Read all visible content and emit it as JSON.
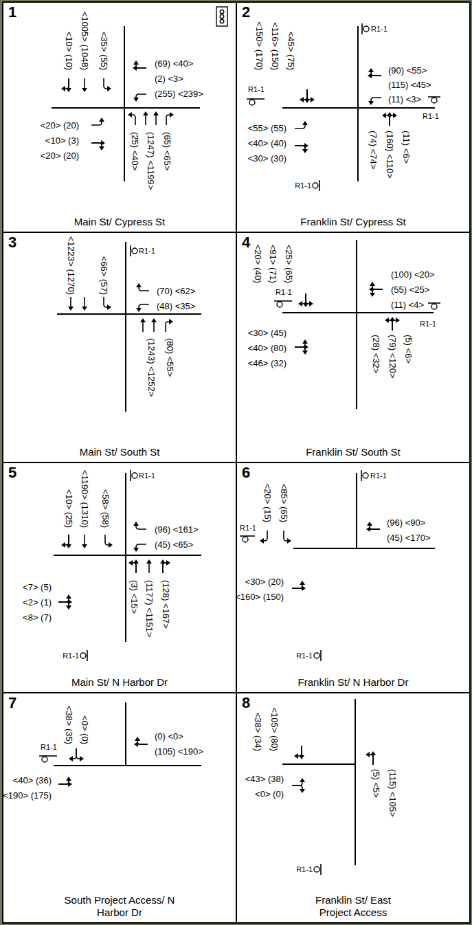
{
  "diagram": {
    "nodes": [
      {
        "text": [
          "1",
          "Main St/ Cypress St"
        ]
      },
      {
        "text": [
          "2",
          "Franklin St/ Cypress St"
        ]
      },
      {
        "text": [
          "3",
          "Main St/ South St"
        ]
      },
      {
        "text": [
          "4",
          "Franklin St/ South St"
        ]
      },
      {
        "text": [
          "5",
          "Main St/ N Harbor Dr"
        ]
      },
      {
        "text": [
          "6",
          "Franklin St/ N Harbor Dr"
        ]
      },
      {
        "text": [
          "7",
          "South Project Access/ N Harbor Dr"
        ]
      },
      {
        "text": [
          "8",
          "Franklin St/ East Project Access"
        ]
      }
    ],
    "labels": [
      "<10> (10)",
      "<1005> (1048)",
      "<35> (55)",
      "(69) <40>",
      "(2) <3>",
      "(255) <239>",
      "<20> (20)",
      "<10> (3)",
      "<20> (20)",
      "(25) <40>",
      "(1247) <1199>",
      "(65) <65>",
      "R1-1",
      "<150> (170)",
      "<116> (150)",
      "<45> (75)",
      "(90) <55>",
      "(115) <45>",
      "(11) <3>",
      "R1-1",
      "<55> (55)",
      "<40> (40)",
      "<30> (30)",
      "R1-1",
      "(74) <74>",
      "(160) <110>",
      "(11) <6>",
      "R1-1",
      "<1223> (1270)",
      "<66> (57)",
      "R1-1",
      "(70) <62>",
      "(48) <35>",
      "(1243) <1252>",
      "(80) <55>",
      "<20> (40)",
      "<91> (71)",
      "<25> (65)",
      "(100) <20>",
      "(55) <25>",
      "(11) <4>",
      "R1-1",
      "<30> (45)",
      "<40> (80)",
      "<46> (32)",
      "R1-1",
      "(28) <32>",
      "(79) <120>",
      "(5) <6>",
      "R1-1",
      "<10> (25)",
      "<1190> (1310)",
      "<58> (58)",
      "(96) <161>",
      "(45) <65>",
      "<7> (5)",
      "<2> (1)",
      "<8> (7)",
      "(3) <15>",
      "(1177) <1151>",
      "(128) <167>",
      "R1-1",
      "R1-1",
      "<20> (15)",
      "<85> (65)",
      "(96) <90>",
      "(45) <170>",
      "R1-1",
      "<30> (20)",
      "<160> (150)",
      "R1-1",
      "<38> (35)",
      "<0> (0)",
      "R1-1",
      "(0) <0>",
      "(105) <190>",
      "<40> (36)",
      "<190> (175)",
      "<38> (34)",
      "<105> (80)",
      "(5) <5>",
      "(115) <105>",
      "<43> (38)",
      "<0> (0)",
      "R1-1"
    ]
  }
}
